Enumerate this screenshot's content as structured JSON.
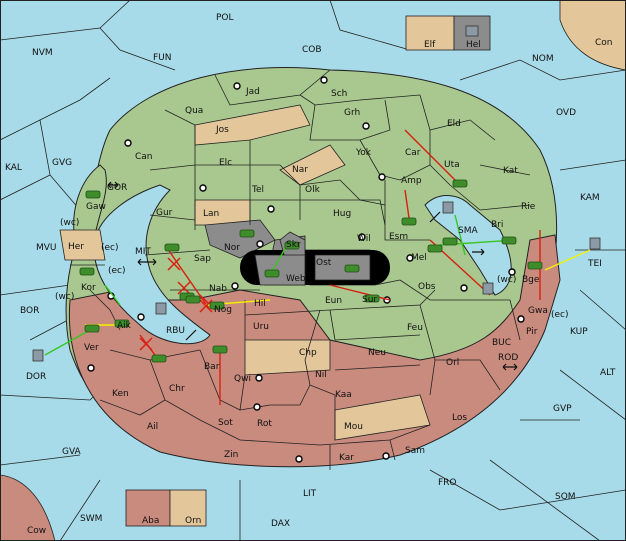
{
  "colors": {
    "sea": "#a8dbe9",
    "green_land": "#a9c88f",
    "red_land": "#c98b7e",
    "tan_land": "#e3c79a",
    "grey_land": "#8c8c8c",
    "black": "#000000",
    "unit_green": "#3f8c2a",
    "order_red": "#d81f10",
    "order_yellow": "#f4f200",
    "order_green": "#37c71f"
  },
  "sea_labels": [
    {
      "id": "pol",
      "text": "POL"
    },
    {
      "id": "cob",
      "text": "COB"
    },
    {
      "id": "fun",
      "text": "FUN"
    },
    {
      "id": "nvm",
      "text": "NVM"
    },
    {
      "id": "nom",
      "text": "NOM"
    },
    {
      "id": "ovd",
      "text": "OVD"
    },
    {
      "id": "kal",
      "text": "KAL"
    },
    {
      "id": "gvg",
      "text": "GVG"
    },
    {
      "id": "kam",
      "text": "KAM"
    },
    {
      "id": "mvu",
      "text": "MVU"
    },
    {
      "id": "bor",
      "text": "BOR"
    },
    {
      "id": "tei",
      "text": "TEI"
    },
    {
      "id": "kup",
      "text": "KUP"
    },
    {
      "id": "alt",
      "text": "ALT"
    },
    {
      "id": "dor",
      "text": "DOR"
    },
    {
      "id": "gvp",
      "text": "GVP"
    },
    {
      "id": "gva",
      "text": "GVA"
    },
    {
      "id": "fro",
      "text": "FRO"
    },
    {
      "id": "som",
      "text": "SOM"
    },
    {
      "id": "lit",
      "text": "LIT"
    },
    {
      "id": "swm",
      "text": "SWM"
    },
    {
      "id": "dax",
      "text": "DAX"
    },
    {
      "id": "gor",
      "text": "GOR"
    },
    {
      "id": "mit",
      "text": "MIT"
    },
    {
      "id": "rbu",
      "text": "RBU"
    },
    {
      "id": "rod",
      "text": "ROD"
    },
    {
      "id": "buc",
      "text": "BUC"
    },
    {
      "id": "sma",
      "text": "SMA"
    }
  ],
  "land_labels": [
    {
      "id": "jad",
      "text": "Jad"
    },
    {
      "id": "sch",
      "text": "Sch"
    },
    {
      "id": "qua",
      "text": "Qua"
    },
    {
      "id": "jos",
      "text": "Jos"
    },
    {
      "id": "grh",
      "text": "Grh"
    },
    {
      "id": "eld",
      "text": "Eld"
    },
    {
      "id": "can",
      "text": "Can"
    },
    {
      "id": "elc",
      "text": "Elc"
    },
    {
      "id": "nar",
      "text": "Nar"
    },
    {
      "id": "yok",
      "text": "Yok"
    },
    {
      "id": "car",
      "text": "Car"
    },
    {
      "id": "uta",
      "text": "Uta"
    },
    {
      "id": "kat",
      "text": "Kat"
    },
    {
      "id": "tel",
      "text": "Tel"
    },
    {
      "id": "olk",
      "text": "Olk"
    },
    {
      "id": "amp",
      "text": "Amp"
    },
    {
      "id": "gur",
      "text": "Gur"
    },
    {
      "id": "lan",
      "text": "Lan"
    },
    {
      "id": "hug",
      "text": "Hug"
    },
    {
      "id": "rie",
      "text": "Rie"
    },
    {
      "id": "bri",
      "text": "Bri"
    },
    {
      "id": "esm",
      "text": "Esm"
    },
    {
      "id": "gaw",
      "text": "Gaw"
    },
    {
      "id": "nor",
      "text": "Nor"
    },
    {
      "id": "skr",
      "text": "Skr"
    },
    {
      "id": "wil",
      "text": "Wil"
    },
    {
      "id": "her",
      "text": "Her"
    },
    {
      "id": "sap",
      "text": "Sap"
    },
    {
      "id": "ost",
      "text": "Ost"
    },
    {
      "id": "mel",
      "text": "Mel"
    },
    {
      "id": "web",
      "text": "Web"
    },
    {
      "id": "bge",
      "text": "Bge"
    },
    {
      "id": "kor",
      "text": "Kor"
    },
    {
      "id": "nab",
      "text": "Nab"
    },
    {
      "id": "eun",
      "text": "Eun"
    },
    {
      "id": "sur",
      "text": "Sur"
    },
    {
      "id": "obs",
      "text": "Obs"
    },
    {
      "id": "hil",
      "text": "Hil"
    },
    {
      "id": "nog",
      "text": "Nog"
    },
    {
      "id": "gwa",
      "text": "Gwa"
    },
    {
      "id": "aik",
      "text": "Aik"
    },
    {
      "id": "uru",
      "text": "Uru"
    },
    {
      "id": "feu",
      "text": "Feu"
    },
    {
      "id": "pir",
      "text": "Pir"
    },
    {
      "id": "ver",
      "text": "Ver"
    },
    {
      "id": "chp",
      "text": "Chp"
    },
    {
      "id": "neu",
      "text": "Neu"
    },
    {
      "id": "orl",
      "text": "Orl"
    },
    {
      "id": "bar",
      "text": "Bar"
    },
    {
      "id": "qwi",
      "text": "Qwi"
    },
    {
      "id": "nil",
      "text": "Nil"
    },
    {
      "id": "ken",
      "text": "Ken"
    },
    {
      "id": "chr",
      "text": "Chr"
    },
    {
      "id": "kaa",
      "text": "Kaa"
    },
    {
      "id": "los",
      "text": "Los"
    },
    {
      "id": "ail",
      "text": "Ail"
    },
    {
      "id": "sot",
      "text": "Sot"
    },
    {
      "id": "rot",
      "text": "Rot"
    },
    {
      "id": "mou",
      "text": "Mou"
    },
    {
      "id": "sam",
      "text": "Sam"
    },
    {
      "id": "zin",
      "text": "Zin"
    },
    {
      "id": "kar",
      "text": "Kar"
    },
    {
      "id": "con",
      "text": "Con"
    },
    {
      "id": "cow",
      "text": "Cow"
    },
    {
      "id": "elf",
      "text": "Elf"
    },
    {
      "id": "hel",
      "text": "Hel"
    },
    {
      "id": "aba",
      "text": "Aba"
    },
    {
      "id": "orn",
      "text": "Orn"
    }
  ],
  "coast_labels": [
    {
      "id": "wc1",
      "text": "(wc)"
    },
    {
      "id": "ec1",
      "text": "(ec)"
    },
    {
      "id": "ec2",
      "text": "(ec)"
    },
    {
      "id": "wc2",
      "text": "(wc)"
    },
    {
      "id": "wc3",
      "text": "(wc)"
    },
    {
      "id": "ec3",
      "text": "(ec)"
    }
  ]
}
